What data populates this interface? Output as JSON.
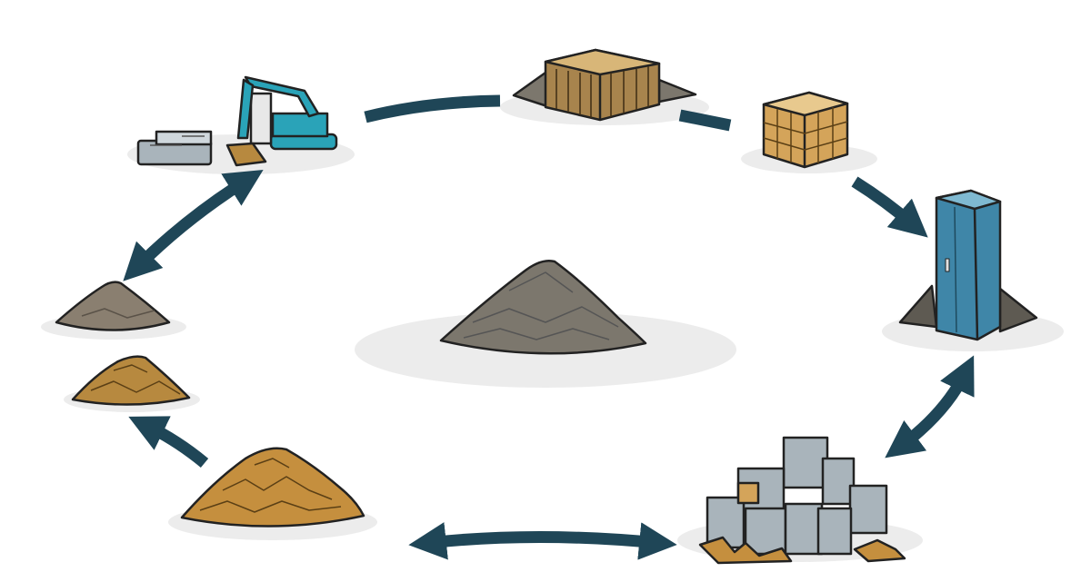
{
  "diagram": {
    "type": "cycle",
    "text_labels": [],
    "colors": {
      "arrow": "#1f4657",
      "ink": "#222222",
      "gravel": "#7c776d",
      "gravel_light": "#a8a397",
      "soil": "#8a7f70",
      "aggregate": "#b7893f",
      "aggregate_light": "#d4a45a",
      "timber": "#a8844d",
      "timber_light": "#d8b678",
      "steel_blue": "#3f86a8",
      "machine": "#2aa3b8",
      "grey_blocks": "#a9b4bb",
      "ground": "#e7e7e7"
    },
    "stages": [
      {
        "id": "center",
        "icon": "central-gravel-pile"
      },
      {
        "id": "demolition",
        "icon": "excavator-and-debris"
      },
      {
        "id": "timber-frame",
        "icon": "timber-formwork-block"
      },
      {
        "id": "timber-crate",
        "icon": "timber-crate"
      },
      {
        "id": "steel-cabinet",
        "icon": "blue-steel-cabinet"
      },
      {
        "id": "block-stack",
        "icon": "concrete-block-stack"
      },
      {
        "id": "coarse-aggregate",
        "icon": "coarse-aggregate-pile"
      },
      {
        "id": "fine-aggregate",
        "icon": "fine-aggregate-pile"
      },
      {
        "id": "soil",
        "icon": "soil-pile"
      }
    ]
  }
}
